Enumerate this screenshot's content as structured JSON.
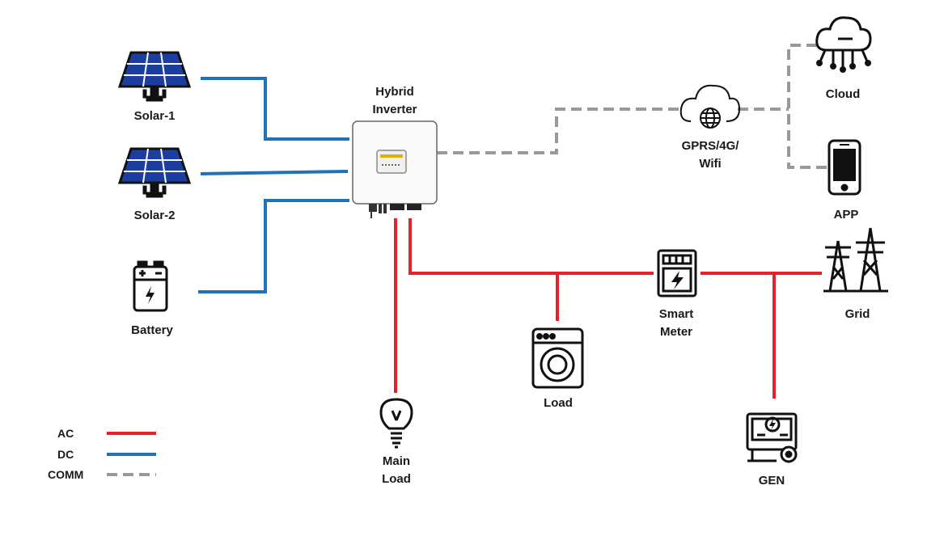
{
  "colors": {
    "ac": "#e8202a",
    "dc": "#1f72b8",
    "comm": "#999999",
    "icon": "#111111"
  },
  "nodes": {
    "solar1": {
      "label": "Solar-1",
      "icon": "solar-panel-icon"
    },
    "solar2": {
      "label": "Solar-2",
      "icon": "solar-panel-icon"
    },
    "battery": {
      "label": "Battery",
      "icon": "battery-icon"
    },
    "inverter": {
      "label_line1": "Hybrid",
      "label_line2": "Inverter",
      "icon": "inverter-icon"
    },
    "gprs": {
      "label_line1": "GPRS/4G/",
      "label_line2": "Wifi",
      "icon": "cloud-globe-icon"
    },
    "cloud": {
      "label": "Cloud",
      "icon": "cloud-network-icon"
    },
    "app": {
      "label": "APP",
      "icon": "smartphone-icon"
    },
    "smart_meter": {
      "label_line1": "Smart",
      "label_line2": "Meter",
      "icon": "smart-meter-icon"
    },
    "grid": {
      "label": "Grid",
      "icon": "power-tower-icon"
    },
    "load": {
      "label": "Load",
      "icon": "washing-machine-icon"
    },
    "main_load": {
      "label_line1": "Main",
      "label_line2": "Load",
      "icon": "light-bulb-icon"
    },
    "gen": {
      "label": "GEN",
      "icon": "generator-icon"
    }
  },
  "legend": [
    {
      "label": "AC",
      "style": "solid",
      "color": "#e8202a"
    },
    {
      "label": "DC",
      "style": "solid",
      "color": "#1f72b8"
    },
    {
      "label": "COMM",
      "style": "dashed",
      "color": "#999999"
    }
  ]
}
